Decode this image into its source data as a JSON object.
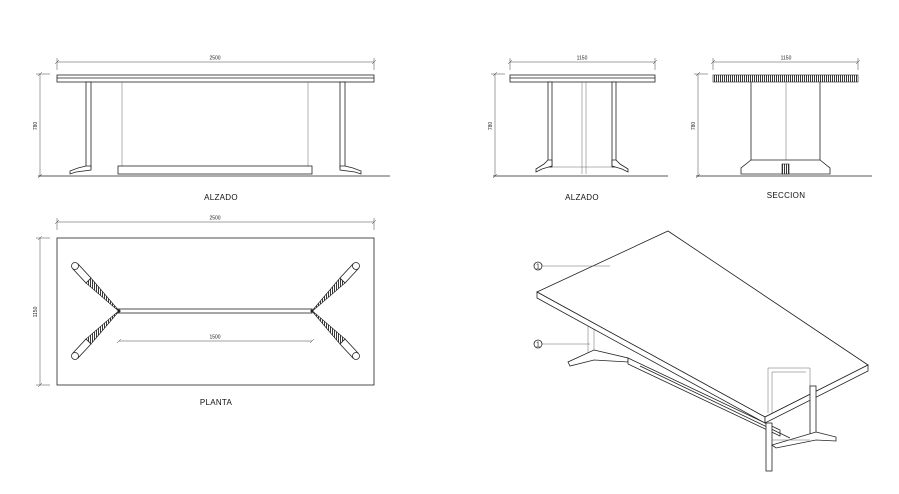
{
  "views": {
    "front_elevation": {
      "title": "ALZADO",
      "width_dim": "2500",
      "height_dim": "780"
    },
    "side_elevation": {
      "title": "ALZADO",
      "width_dim": "1150",
      "height_dim": "780"
    },
    "section": {
      "title": "SECCION",
      "width_dim": "1150",
      "height_dim": "780"
    },
    "plan": {
      "title": "PLANTA",
      "width_dim": "2500",
      "height_dim": "1150",
      "inner_dim": "1500"
    },
    "isometric": {
      "callout_1": "1",
      "callout_2": "1"
    }
  },
  "colors": {
    "line": "#222222",
    "background": "#ffffff"
  }
}
